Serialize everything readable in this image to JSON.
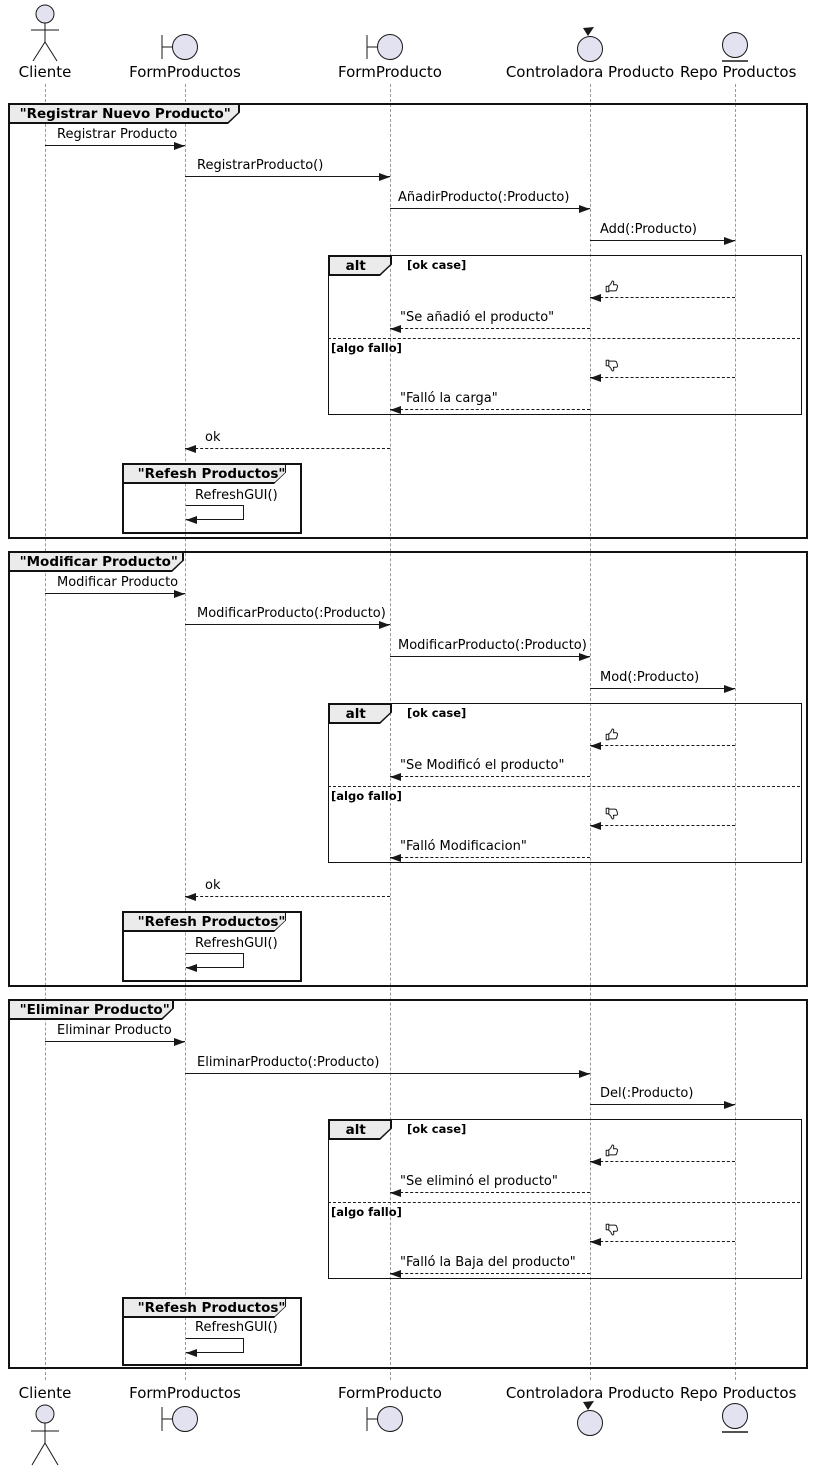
{
  "colors": {
    "stroke": "#181818",
    "icon_fill": "#E2E2F0",
    "tab_fill": "#EBEBEB",
    "lifeline": "#999999"
  },
  "participants": [
    {
      "label": "Cliente",
      "type": "actor"
    },
    {
      "label": "FormProductos",
      "type": "boundary"
    },
    {
      "label": "FormProducto",
      "type": "boundary"
    },
    {
      "label": "Controladora Producto",
      "type": "control"
    },
    {
      "label": "Repo Productos",
      "type": "entity"
    }
  ],
  "alt": {
    "operator": "alt",
    "guard_ok": "[ok case]",
    "guard_fail": "[algo fallo]",
    "thumbs_up": "thumbs-up-icon",
    "thumbs_down": "thumbs-down-icon"
  },
  "frames": [
    {
      "title": "\"Registrar Nuevo Producto\"",
      "messages": {
        "m1": "Registrar Producto",
        "m2": "RegistrarProducto()",
        "m3": "AñadirProducto(:Producto)",
        "m4": "Add(:Producto)",
        "ok_reply": "\"Se añadió el producto\"",
        "fail_reply": "\"Falló la carga\"",
        "ok": "ok"
      },
      "group": {
        "title": "\"Refesh Productos\"",
        "self_message": "RefreshGUI()"
      }
    },
    {
      "title": "\"Modificar Producto\"",
      "messages": {
        "m1": "Modificar Producto",
        "m2": "ModificarProducto(:Producto)",
        "m3": "ModificarProducto(:Producto)",
        "m4": "Mod(:Producto)",
        "ok_reply": "\"Se Modificó el producto\"",
        "fail_reply": "\"Falló Modificacion\"",
        "ok": "ok"
      },
      "group": {
        "title": "\"Refesh Productos\"",
        "self_message": "RefreshGUI()"
      }
    },
    {
      "title": "\"Eliminar Producto\"",
      "messages": {
        "m1": "Eliminar Producto",
        "m2": "EliminarProducto(:Producto)",
        "m3": "Del(:Producto)",
        "ok_reply": "\"Se eliminó el producto\"",
        "fail_reply": "\"Falló la Baja del producto\""
      },
      "group": {
        "title": "\"Refesh Productos\"",
        "self_message": "RefreshGUI()"
      }
    }
  ]
}
